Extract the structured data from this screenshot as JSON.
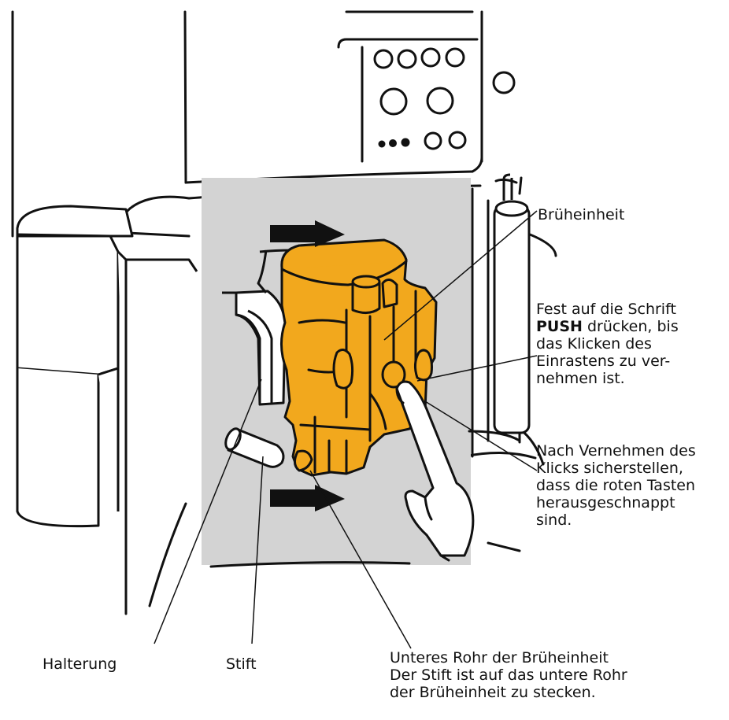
{
  "colors": {
    "brew_unit": "#F2A81D",
    "panel": "#D3D3D3",
    "outline": "#111111",
    "background": "#FFFFFF"
  },
  "labels": {
    "brew_unit": "Brüheinheit",
    "push": {
      "prefix": "Fest auf die Schrift",
      "bold": "PUSH",
      "line2_rest": " drücken, bis",
      "line3": "das Klicken des",
      "line4": "Einrastens zu ver-",
      "line5": "nehmen ist."
    },
    "after_click": [
      "Nach Vernehmen des",
      "Klicks sicherstellen,",
      "dass die roten Tasten",
      "herausgeschnappt",
      "sind."
    ],
    "holder": "Halterung",
    "pin": "Stift",
    "lower_tube": [
      "Unteres Rohr der Brüheinheit",
      "Der Stift ist auf das untere Rohr",
      "der Brüheinheit zu stecken."
    ]
  }
}
